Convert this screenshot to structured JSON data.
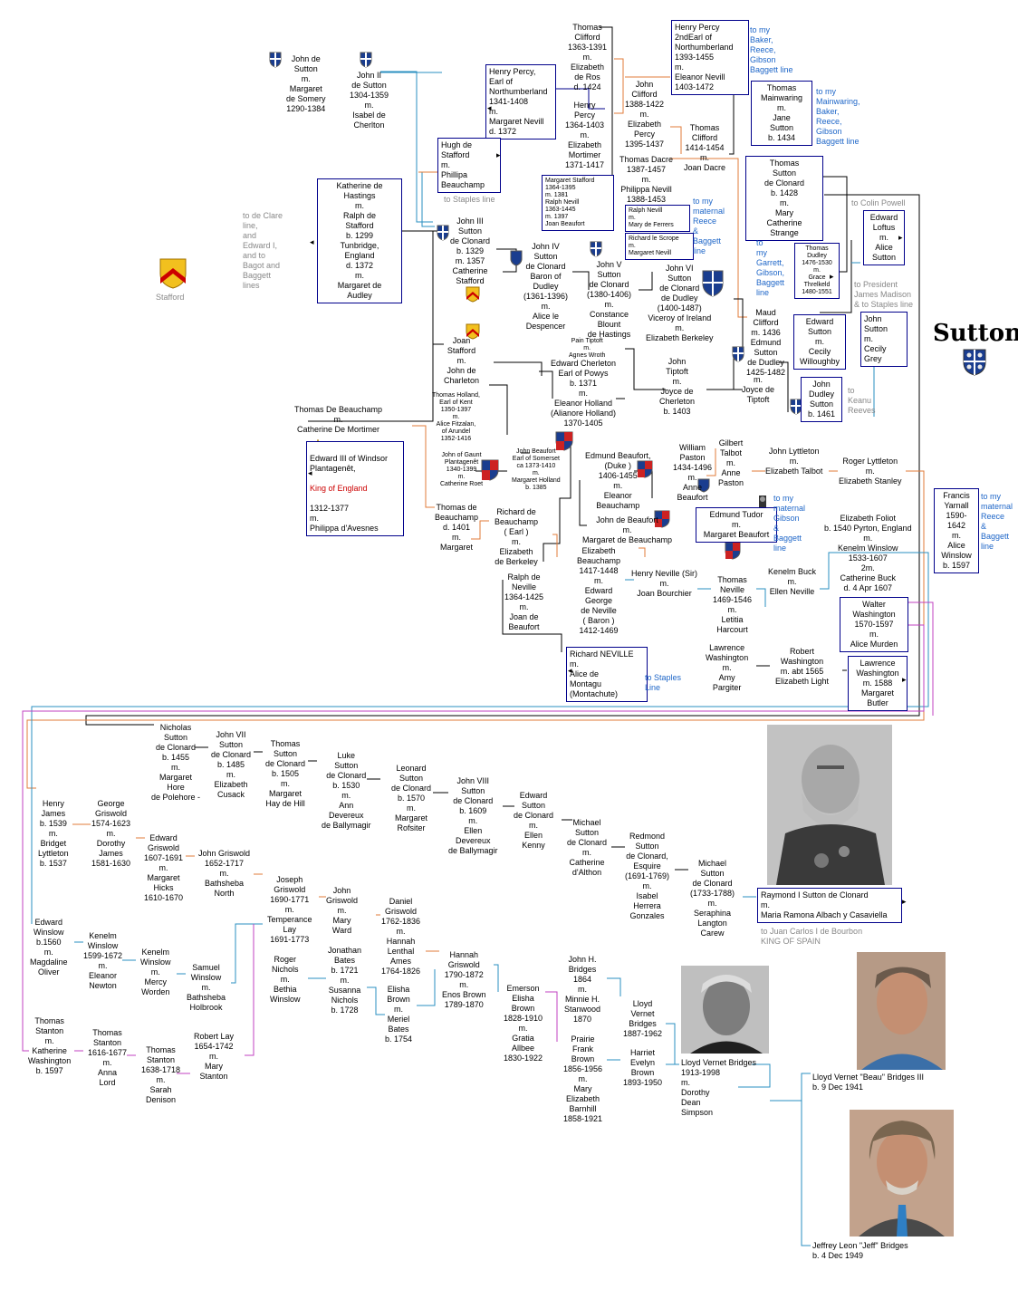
{
  "title": "Sutton",
  "stafford_caption": "Stafford",
  "colors": {
    "navy": "#00008b",
    "link": "#1e66c8",
    "orange": "#e07b39",
    "teal": "#2a8fc0",
    "magenta": "#c040c0",
    "grey": "#888888",
    "red": "#cc0000",
    "gold": "#f2c01e"
  },
  "persons": {
    "john_sutton_somery": "John de\nSutton\nm.\nMargaret\nde Somery\n1290-1384",
    "john2_sutton": "John II\nde Sutton\n1304-1359\nm.\nIsabel de\nCherlton",
    "thomas_clifford_1363": "Thomas\nClifford\n1363-1391\nm.\nElizabeth\nde Ros\nd. 1424",
    "henry_percy_2nd": "Henry Percy\n2ndEarl of\nNorthumberland\n1393-1455\nm.\nEleanor Nevill\n1403-1472",
    "henry_percy_1341": "Henry Percy,\nEarl of\nNorthumberland\n1341-1408\nm.\nMargaret Nevill\nd. 1372",
    "john_clifford": "John\nClifford\n1388-1422\nm.\nElizabeth\nPercy\n1395-1437",
    "henry_percy_1364": "Henry\nPercy\n1364-1403\nm.\nElizabeth\nMortimer\n1371-1417",
    "thomas_mainwaring": "Thomas\nMainwaring\nm.\nJane\nSutton\nb. 1434",
    "thomas_clifford_1414": "Thomas\nClifford\n1414-1454\nm.\nJoan Dacre",
    "hugh_stafford": "Hugh de\nStafford\nm.\nPhillipa\nBeauchamp",
    "thomas_dacre": "Thomas Dacre\n1387-1457\nm.\nPhilippa Nevill\n1388-1453",
    "thomas_sutton_1428": "Thomas\nSutton\nde Clonard\nb. 1428\nm.\nMary\nCatherine\nStrange",
    "margaret_stafford_group": "Margaret Stafford\n1364-1395\nm. 1381\nRalph Nevill\n1363-1445\nm. 1397\nJoan Beaufort",
    "mary_ferrers": "Ralph Nevill\nm.\nMary de Ferrers",
    "richard_scrope": "Richard le Scrope\nm.\nMargaret Nevill",
    "katherine_hastings": "Katherine de\nHastings\nm.\nRalph de\nStafford\nb. 1299\nTunbridge,\nEngland\nd. 1372\nm.\nMargaret de\nAudley",
    "john3_sutton": "John III\nSutton\nde Clonard\nb. 1329\nm. 1357\nCatherine\nStafford",
    "john4_sutton": "John IV\nSutton\nde Clonard\nBaron of\nDudley\n(1361-1396)\nm.\nAlice le\nDespencer",
    "john5_sutton": "John V\nSutton\nde Clonard\n(1380-1406)\nm.\nConstance\nBlount\nde Hastings",
    "john6_sutton": "John VI\nSutton\nde Clonard\nde Dudley\n(1400-1487)\nViceroy of Ireland\nm.\nElizabeth Berkeley",
    "edward_loftus": "Edward\nLoftus\nm.\nAlice\nSutton",
    "thomas_dudley": "Thomas\nDudley\n1476-1530\nm.\nGrace\nThrelkeld\n1480-1551",
    "maud_clifford": "Maud\nClifford\nm. 1436\nEdmund\nSutton\nde Dudley\n1425-1482",
    "edward_sutton_willoughby": "Edward\nSutton\nm.\nCecily\nWilloughby",
    "john_sutton_grey": "John\nSutton\nm.\nCecily\nGrey",
    "joan_stafford": "Joan\nStafford\nm.\nJohn de\nCharleton",
    "pain_tiptoft": "Pain Tiptoft\nm.\nAgnes Wroth",
    "edward_cherleton": "Edward Cherleton\nEarl of Powys\nb. 1371\nm.\nEleanor Holland\n(Alianore Holland)\n1370-1405",
    "john_tiptoft": "John\nTiptoft\nm.\nJoyce de\nCherleton\nb. 1403",
    "joyce_tiptoft": "m.\nJoyce de\nTiptoft",
    "john_dudley_sutton": "John\nDudley\nSutton\nb. 1461",
    "thomas_beauchamp_mortimer": "Thomas De Beauchamp\nm.\nCatherine De Mortimer",
    "thomas_holland": "Thomas Holland,\nEarl of Kent\n1350-1397\nm.\nAlice Fitzalan,\nof Arundel\n1352-1416",
    "edward3_a": "Edward III of Windsor\nPlantagenêt,",
    "edward3_king": "King of England",
    "edward3_b": "1312-1377\nm.\nPhilippa d'Avesnes",
    "john_of_gaunt": "John of Gaunt\nPlantagenêt\n1340-1399\nm.\nCatherine Roet",
    "john_beaufort": "John Beaufort\nEarl of Somerset\nca 1373-1410\nm.\nMargaret Holland\nb. 1385",
    "edmund_beaufort": "Edmund Beaufort,\n(Duke )\n1406-1455\nm.\nEleanor\nBeauchamp",
    "william_paston": "William\nPaston\n1434-1496\nm.\nAnne\nBeaufort",
    "gilbert_talbot": "Gilbert\nTalbot\nm.\nAnne\nPaston",
    "john_lyttleton": "John Lyttleton\nm.\nElizabeth Talbot",
    "roger_lyttleton": "Roger Lyttleton\nm.\nElizabeth Stanley",
    "francis_yarnall": "Francis\nYarnall\n1590-1642\nm.\nAlice\nWinslow\nb. 1597",
    "thomas_beauchamp_1401": "Thomas de\nBeauchamp\nd. 1401\nm.\nMargaret",
    "richard_beauchamp": "Richard de\nBeauchamp\n( Earl )\nm.\nElizabeth\nde Berkeley",
    "john_beaufort_duke": "John de Beaufort\nm.\nMargaret de Beauchamp",
    "edmund_tudor": "Edmund Tudor\nm.\nMargaret Beaufort",
    "elizabeth_foliot": "Elizabeth Foliot\nb. 1540 Pyrton, England\nm.\nKenelm Winslow\n1533-1607\n2m.\nCatherine Buck\nd. 4 Apr 1607",
    "elizabeth_beauchamp": "Elizabeth\nBeauchamp\n1417-1448\nm.\nEdward\nGeorge\nde Neville\n( Baron )\n1412-1469",
    "henry_neville": "Henry Neville (Sir)\nm.\nJoan Bourchier",
    "thomas_neville": "Thomas\nNeville\n1469-1546\nm.\nLetitia\nHarcourt",
    "kenelm_buck": "Kenelm Buck\nm.\nEllen Neville",
    "ralph_neville": "Ralph de\nNeville\n1364-1425\nm.\nJoan de\nBeaufort",
    "walter_washington": "Walter\nWashington\n1570-1597\nm.\nAlice Murden",
    "richard_neville": "Richard NEVILLE\nm.\nAlice de\nMontagu\n(Montachute)",
    "lawrence_washington_1": "Lawrence\nWashington\nm.\nAmy\nPargiter",
    "robert_washington": "Robert\nWashington\nm. abt 1565\nElizabeth Light",
    "lawrence_washington_2": "Lawrence\nWashington\nm. 1588\nMargaret\nButler",
    "nicholas_sutton": "Nicholas\nSutton\nde Clonard\nb. 1455\nm.\nMargaret\nHore\nde Polehore -",
    "john7_sutton": "John VII\nSutton\nde Clonard\nb. 1485\nm.\nElizabeth\nCusack",
    "thomas_sutton_1505": "Thomas\nSutton\nde Clonard\nb. 1505\nm.\nMargaret\nHay de Hill",
    "luke_sutton": "Luke\nSutton\nde Clonard\nb. 1530\nm.\nAnn\nDevereux\nde Ballymagir",
    "leonard_sutton": "Leonard\nSutton\nde Clonard\nb. 1570\nm.\nMargaret\nRofsiter",
    "john8_sutton": "John VIII\nSutton\nde Clonard\nb. 1609\nm.\nEllen\nDevereux\nde Ballymagir",
    "edward_sutton_kenny": "Edward\nSutton\nde Clonard\nm.\nEllen\nKenny",
    "michael_sutton_althon": "Michael\nSutton\nde Clonard\nm.\nCatherine\nd'Althon",
    "redmond_sutton": "Redmond\nSutton\nde Clonard,\nEsquire\n(1691-1769)\nm.\nIsabel\nHerrera\nGonzales",
    "michael_sutton_1733": "Michael\nSutton\nde Clonard\n(1733-1788)\nm.\nSeraphina\nLangton\nCarew",
    "raymond_sutton": "Raymond I Sutton de Clonard\nm.\nMaria Ramona Albach y Casaviella",
    "henry_james": "Henry\nJames\nb. 1539\nm.\nBridget\nLyttleton\nb. 1537",
    "george_griswold": "George\nGriswold\n1574-1623\nm.\nDorothy\nJames\n1581-1630",
    "edward_griswold": "Edward\nGriswold\n1607-1691\nm.\nMargaret\nHicks\n1610-1670",
    "john_griswold_1652": "John Griswold\n1652-1717\nm.\nBathsheba\nNorth",
    "joseph_griswold": "Joseph\nGriswold\n1690-1771\nm.\nTemperance\nLay\n1691-1773",
    "john_griswold_ward": "John\nGriswold\nm.\nMary\nWard",
    "daniel_griswold": "Daniel\nGriswold\n1762-1836\nm.\nHannah\nLenthal\nAmes\n1764-1826",
    "hannah_griswold": "Hannah\nGriswold\n1790-1872\nm.\nEnos Brown\n1789-1870",
    "edward_winslow": "Edward\nWinslow\nb.1560\nm.\nMagdaline\nOliver",
    "kenelm_winslow_1599": "Kenelm\nWinslow\n1599-1672\nm.\nEleanor\nNewton",
    "kenelm_winslow_worden": "Kenelm\nWinslow\nm.\nMercy\nWorden",
    "samuel_winslow": "Samuel\nWinslow\nm.\nBathsheba\nHolbrook",
    "roger_nichols": "Roger\nNichols\nm.\nBethia\nWinslow",
    "jonathan_bates": "Jonathan\nBates\nb. 1721\nm.\nSusanna\nNichols\nb. 1728",
    "elisha_brown_1754": "Elisha\nBrown\nm.\nMeriel\nBates\nb. 1754",
    "emerson_brown": "Emerson\nElisha\nBrown\n1828-1910\nm.\nGratia\nAllbee\n1830-1922",
    "john_bridges": "John H.\nBridges\n1864\nm.\nMinnie H.\nStanwood\n1870",
    "prairie_brown": "Prairie\nFrank\nBrown\n1856-1956\nm.\nMary\nElizabeth\nBarnhill\n1858-1921",
    "lloyd_bridges_1887": "Lloyd\nVernet\nBridges\n1887-1962",
    "harriet_brown": "Harriet\nEvelyn\nBrown\n1893-1950",
    "lloyd_bridges_1913": "Lloyd Vernet Bridges\n1913-1998\nm.\nDorothy\nDean\nSimpson",
    "beau_bridges": "Lloyd Vernet \"Beau\" Bridges III\nb. 9 Dec 1941",
    "jeff_bridges": "Jeffrey Leon \"Jeff\" Bridges\nb. 4 Dec 1949",
    "thomas_stanton_k": "Thomas\nStanton\nm.\nKatherine\nWashington\nb. 1597",
    "thomas_stanton_1616": "Thomas\nStanton\n1616-1677\nm.\nAnna\nLord",
    "thomas_stanton_1638": "Thomas\nStanton\n1638-1718\nm.\nSarah\nDenison",
    "robert_lay": "Robert Lay\n1654-1742\nm.\nMary\nStanton"
  },
  "links": {
    "baker_line": "to my\nBaker,\nReece,\nGibson\nBaggett line",
    "mainwaring_line": "to my\nMainwaring,\nBaker,\nReece,\nGibson\nBaggett line",
    "staples_line_1": "to Staples line",
    "maternal_reece": "to my\nmaternal\nReece\n&\nBaggett\nline",
    "garrett_line": "to\nmy\nGarrett,\nGibson,\nBaggett\nline",
    "gibson_line": "to my\nmaternal\nGibson\n&\nBaggett\nline",
    "maternal_reece_2": "to my\nmaternal\nReece\n&\nBaggett\nline",
    "staples_line_2": "to Staples\nLine"
  },
  "notes": {
    "de_clare": "to de Clare\nline,\nand\nEdward I,\nand to\nBagot and\nBaggett\nlines",
    "colin_powell": "to Colin Powell",
    "madison": "to President\nJames Madison\n& to Staples line",
    "keanu": "to\nKeanu\nReeves",
    "spain": "to Juan Carlos I de Bourbon\nKING OF SPAIN"
  }
}
